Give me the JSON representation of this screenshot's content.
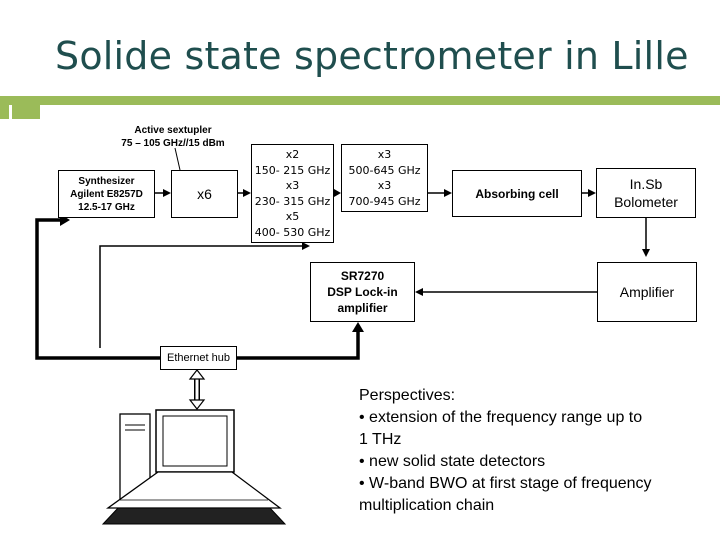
{
  "slide": {
    "title": "Solide state spectrometer in Lille",
    "accent_color": "#9bbb59"
  },
  "diagram": {
    "sextupler_label": "Active sextupler\n75 – 105 GHz//15 dBm",
    "synthesizer": "Synthesizer\nAgilent E8257D\n12.5-17 GHz",
    "x6": "x6",
    "mult_stage1": "x2\n150- 215 GHz\nx3\n230- 315 GHz\nx5\n400- 530 GHz",
    "mult_stage2": "x3\n500-645 GHz\nx3\n700-945 GHz",
    "absorbing_cell": "Absorbing cell",
    "bolometer": "In.Sb\nBolometer",
    "lockin": "SR7270\nDSP Lock-in\namplifier",
    "amplifier": "Amplifier",
    "ethernet_hub": "Ethernet hub"
  },
  "perspectives": "Perspectives:\n• extension of the frequency range up to\n1 THz\n• new solid state detectors\n• W-band BWO at first stage of frequency\nmultiplication chain"
}
